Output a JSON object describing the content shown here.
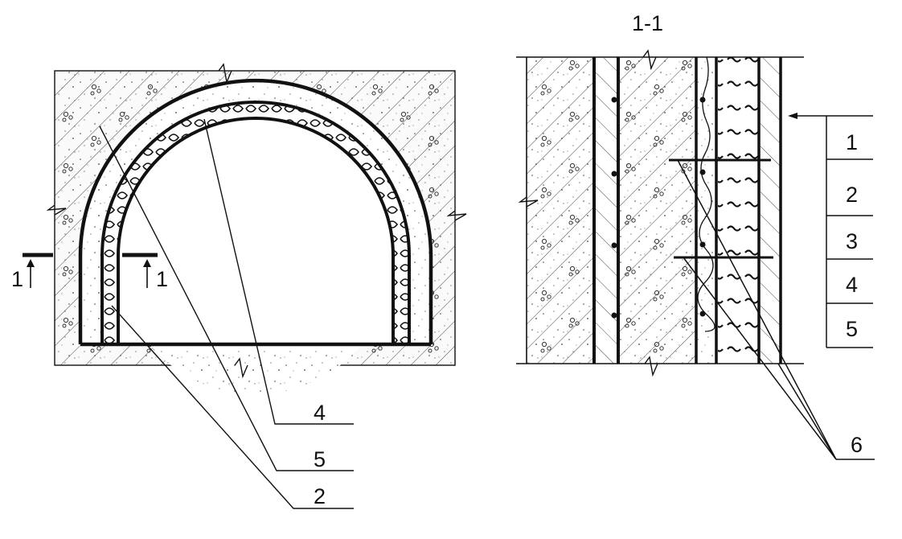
{
  "section": {
    "title": "1-1"
  },
  "cut_marks": {
    "left": "1",
    "right": "1"
  },
  "left_callouts": [
    "4",
    "5",
    "2"
  ],
  "right_callouts": [
    "6"
  ],
  "layer_table": [
    "1",
    "2",
    "3",
    "4",
    "5"
  ],
  "colors": {
    "ink": "#111111",
    "paper": "#ffffff"
  }
}
